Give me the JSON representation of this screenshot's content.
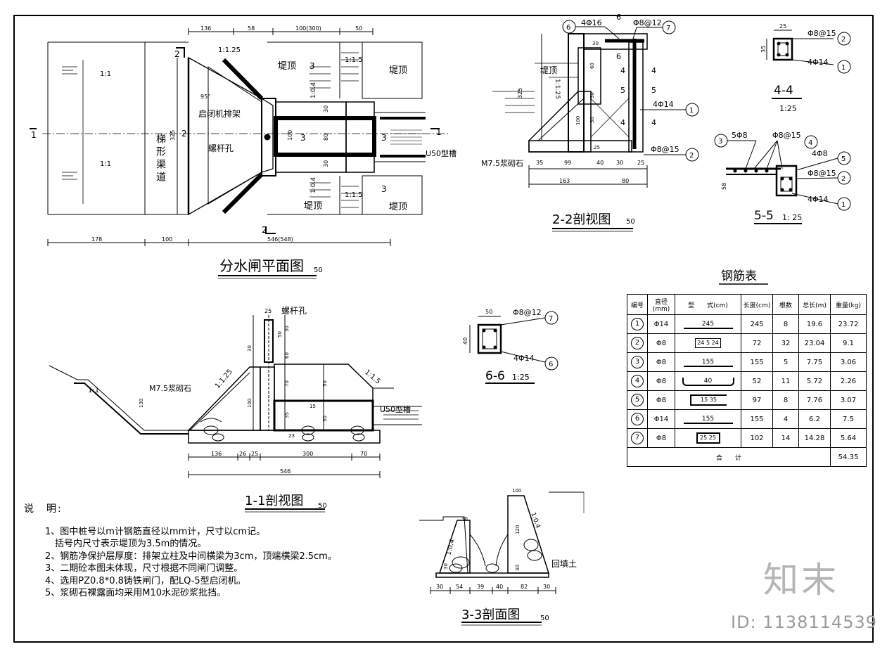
{
  "plan": {
    "title": "分水闸平面图",
    "scale": "50",
    "dims_top": [
      "136",
      "58",
      "100(300)",
      "50"
    ],
    "dims_bottom": [
      "178",
      "100",
      "546(548)"
    ],
    "dim_width": "325",
    "dim_inner": "100",
    "dim_inner2": "80",
    "dim_side1": "30",
    "dim_side2": "30",
    "angle": "95°",
    "slope_1_1_25": "1:1.25",
    "slope_1_1_5a": "1:1.5",
    "slope_1_1_5b": "1:1.5",
    "slope_1_0_4a": "1:0.4",
    "slope_1_0_4b": "1:0.4",
    "slope_1_1a": "1:1",
    "slope_1_1b": "1:1",
    "canal_label": "梯形渠道",
    "dike_label": "堤顶",
    "hoist_label": "启闭机排架",
    "screw_label": "螺杆孔",
    "trough_label": "U50型槽",
    "sec_1": "1",
    "sec_2": "2",
    "sec_3": "3"
  },
  "sec22": {
    "title": "2-2剖视图",
    "scale": "50",
    "dike_label": "堤顶",
    "masonry_label": "M7.5浆砌石",
    "slope": "1:1.25",
    "dims_bottom": [
      "35",
      "99",
      "40",
      "30",
      "25"
    ],
    "dims_total": [
      "163",
      "80"
    ],
    "dim_left": "325",
    "dims_inner": [
      "30",
      "60",
      "100",
      "30",
      "30",
      "25"
    ],
    "rebar_top_a": "4Φ16",
    "rebar_top_b": "Φ8@12",
    "rebar_right": "4Φ14",
    "rebar_bottom": "Φ8@15",
    "n1": "1",
    "n2": "2",
    "n6": "6",
    "n7": "7",
    "sec_4": "4",
    "sec_5": "5",
    "sec_6": "6"
  },
  "sec44": {
    "title": "4-4",
    "scale": "1:25",
    "dim_w": "25",
    "dim_h": "35",
    "rebar_a": "Φ8@15",
    "rebar_b": "4Φ14",
    "n_a": "2",
    "n_b": "1"
  },
  "sec55": {
    "title": "5-5",
    "scale": "1: 25",
    "rebar_a": "5Φ8",
    "rebar_b": "Φ8@15",
    "rebar_c": "4Φ8",
    "rebar_d": "Φ8@15",
    "rebar_e": "4Φ14",
    "dim_h": "58",
    "n3": "3",
    "n4": "4",
    "n5": "5",
    "n2": "2",
    "n1": "1"
  },
  "sec66": {
    "title": "6-6",
    "scale": "1:25",
    "dim_w": "50",
    "dim_h": "40",
    "rebar_a": "Φ8@12",
    "rebar_b": "4Φ14",
    "n_a": "7",
    "n_b": "6"
  },
  "sec11": {
    "title": "1-1剖视图",
    "scale": "50",
    "screw_label": "螺杆孔",
    "masonry_label": "M7.5浆砌石",
    "trough_label": "U50型槽",
    "slope_a": "1:1",
    "slope_b": "1:1.25",
    "slope_c": "1:1.5",
    "dim_top": "25",
    "dims_vert": [
      "30",
      "50",
      "60",
      "70",
      "50",
      "30",
      "15",
      "23",
      "35",
      "30",
      "100",
      "130"
    ],
    "dims_bottom": [
      "136",
      "26",
      "25",
      "300",
      "70"
    ],
    "dim_total": "546"
  },
  "sec33": {
    "title": "3-3剖面图",
    "scale": "50",
    "backfill": "回填土",
    "slope_a": "1:0.4",
    "slope_b": "1:0.4",
    "dims_bottom": [
      "30",
      "54",
      "39",
      "40",
      "82",
      "30"
    ],
    "dims_vert": [
      "30",
      "30",
      "120",
      "30"
    ],
    "dim_top": "100"
  },
  "table": {
    "title": "钢筋表",
    "headers": [
      "编号",
      "直径(mm)",
      "型　　式(cm)",
      "长度(cm)",
      "根数",
      "总长(m)",
      "重量(kg)"
    ],
    "rows": [
      {
        "no": "1",
        "dia": "Φ14",
        "shape": "245",
        "len": "245",
        "cnt": "8",
        "total": "19.6",
        "wt": "23.72"
      },
      {
        "no": "2",
        "dia": "Φ8",
        "shape": "24 5 24",
        "len": "72",
        "cnt": "32",
        "total": "23.04",
        "wt": "9.1"
      },
      {
        "no": "3",
        "dia": "Φ8",
        "shape": "155",
        "len": "155",
        "cnt": "5",
        "total": "7.75",
        "wt": "3.06"
      },
      {
        "no": "4",
        "dia": "Φ8",
        "shape": "40",
        "len": "52",
        "cnt": "11",
        "total": "5.72",
        "wt": "2.26"
      },
      {
        "no": "5",
        "dia": "Φ8",
        "shape": "15 35",
        "len": "97",
        "cnt": "8",
        "total": "7.76",
        "wt": "3.07"
      },
      {
        "no": "6",
        "dia": "Φ14",
        "shape": "155",
        "len": "155",
        "cnt": "4",
        "total": "6.2",
        "wt": "7.5"
      },
      {
        "no": "7",
        "dia": "Φ8",
        "shape": "25 25",
        "len": "102",
        "cnt": "14",
        "total": "14.28",
        "wt": "5.64"
      }
    ],
    "sum_label": "合　　计",
    "sum_value": "54.35"
  },
  "notes": {
    "heading": "说　明:",
    "lines": [
      "1、图中桩号以m计钢筋直径以mm计，尺寸以cm记。",
      "括号内尺寸表示堤顶为3.5m的情况。",
      "2、钢筋净保护层厚度：排架立柱及中间横梁为3cm，顶端横梁2.5cm。",
      "3、二期砼本图未体现，尺寸根据不同闸门调整。",
      "4、选用PZ0.8*0.8铸铁闸门，配LQ-5型启闭机。",
      "5、浆砌石裸露面均采用M10水泥砂浆批挡。"
    ]
  },
  "watermark": {
    "logo": "知末",
    "id": "ID: 1138114539"
  }
}
